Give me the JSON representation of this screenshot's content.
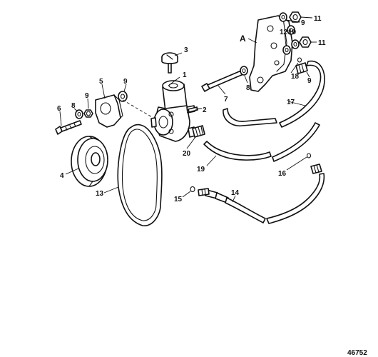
{
  "diagram": {
    "figure_number": "46752",
    "reference_letter": "A",
    "callouts": {
      "c1": "1",
      "c2": "2",
      "c3": "3",
      "c4": "4",
      "c5": "5",
      "c6": "6",
      "c7": "7",
      "c8a": "8",
      "c8b": "8",
      "c9a": "9",
      "c9b": "9",
      "c9c": "9",
      "c9d": "9",
      "c10": "10",
      "c11a": "11",
      "c11b": "11",
      "c12": "12",
      "c13": "13",
      "c14": "14",
      "c15": "15",
      "c16": "16",
      "c17": "17",
      "c18": "18",
      "c19": "19",
      "c20": "20"
    }
  }
}
